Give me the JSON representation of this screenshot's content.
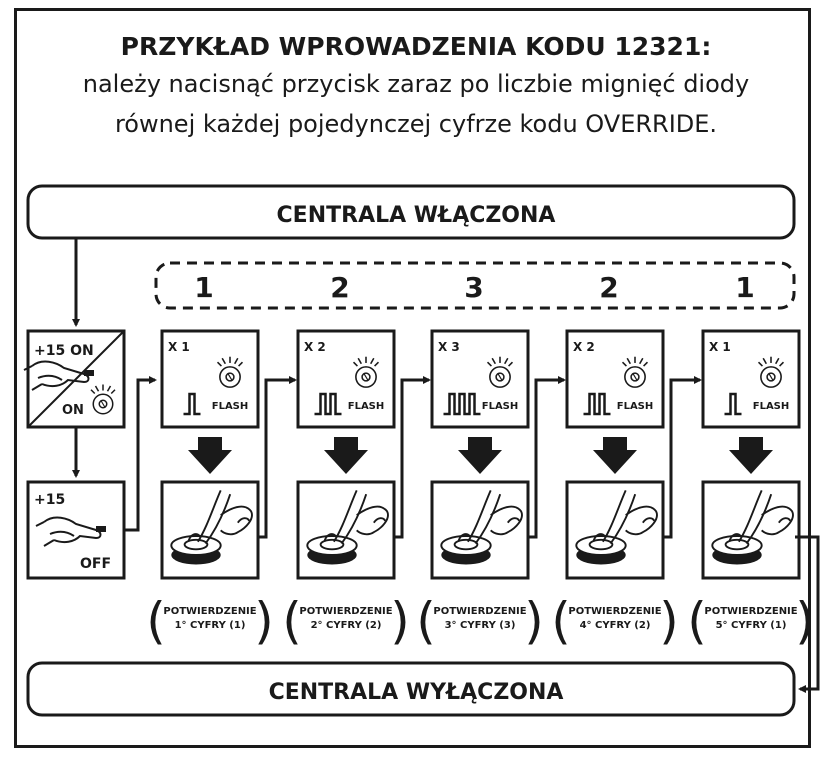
{
  "header": {
    "title": "PRZYKŁAD WPROWADZENIA KODU 12321:",
    "line1": "należy nacisnąć przycisk zaraz po liczbie mignięć diody",
    "line2": "równej każdej pojedynczej cyfrze kodu OVERRIDE."
  },
  "top_bar": "CENTRALA WŁĄCZONA",
  "bottom_bar": "CENTRALA WYŁĄCZONA",
  "left": {
    "on_top": "+15 ON",
    "on_bottom": "ON",
    "off_top": "+15",
    "off_bottom": "OFF"
  },
  "flash_label": "FLASH",
  "digits": [
    {
      "digit": "1",
      "count_label": "X 1",
      "pulses": 1,
      "confirm_line1": "POTWIERDZENIE",
      "confirm_line2": "1° CYFRY (1)"
    },
    {
      "digit": "2",
      "count_label": "X 2",
      "pulses": 2,
      "confirm_line1": "POTWIERDZENIE",
      "confirm_line2": "2° CYFRY (2)"
    },
    {
      "digit": "3",
      "count_label": "X 3",
      "pulses": 3,
      "confirm_line1": "POTWIERDZENIE",
      "confirm_line2": "3° CYFRY (3)"
    },
    {
      "digit": "2",
      "count_label": "X 2",
      "pulses": 2,
      "confirm_line1": "POTWIERDZENIE",
      "confirm_line2": "4° CYFRY (2)"
    },
    {
      "digit": "1",
      "count_label": "X 1",
      "pulses": 1,
      "confirm_line1": "POTWIERDZENIE",
      "confirm_line2": "5° CYFRY (1)"
    }
  ],
  "icons": {
    "flash_lamp": "flash-lamp-icon",
    "pulse": "pulse-wave-icon",
    "press": "hand-press-button-icon",
    "jumper": "jumper-hand-icon",
    "arrow": "arrow-icon"
  }
}
